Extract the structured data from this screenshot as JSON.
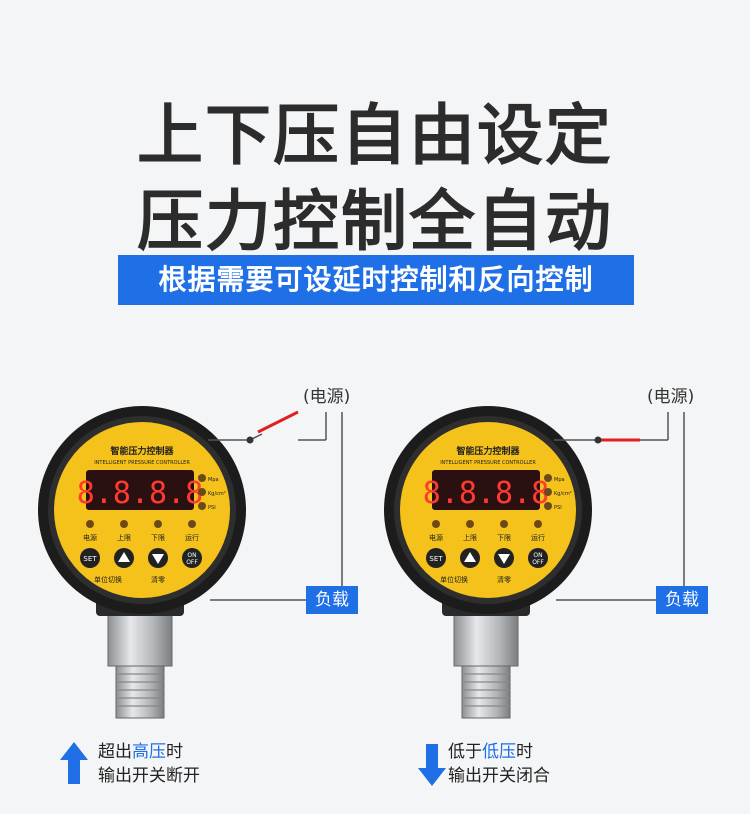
{
  "headline": {
    "line1": "上下压自由设定",
    "line2": "压力控制全自动"
  },
  "banner": "根据需要可设延时控制和反向控制",
  "left": {
    "power_label": "(电源)",
    "load_label": "负载",
    "caption_line1_prefix": "超出",
    "caption_line1_highlight": "高压",
    "caption_line1_suffix": "时",
    "caption_line2": "输出开关断开"
  },
  "right": {
    "power_label": "(电源)",
    "load_label": "负载",
    "caption_line1_prefix": "低于",
    "caption_line1_highlight": "低压",
    "caption_line1_suffix": "时",
    "caption_line2": "输出开关闭合"
  },
  "gauge": {
    "title_cn": "智能压力控制器",
    "title_en": "INTELLIGENT PRESSURE CONTROLLER",
    "display": "8.8.8.8",
    "units": [
      "Mpa",
      "Kg/cm²",
      "PSI"
    ],
    "indicators": [
      "电源",
      "上限",
      "下限",
      "运行"
    ],
    "buttons": [
      "SET",
      "▲",
      "▼",
      "ON OFF"
    ],
    "sub_labels": [
      "单位切换",
      "清零"
    ]
  },
  "colors": {
    "accent": "#1f6fe6",
    "gauge_face": "#f4c21a",
    "red_switch": "#e02020"
  }
}
